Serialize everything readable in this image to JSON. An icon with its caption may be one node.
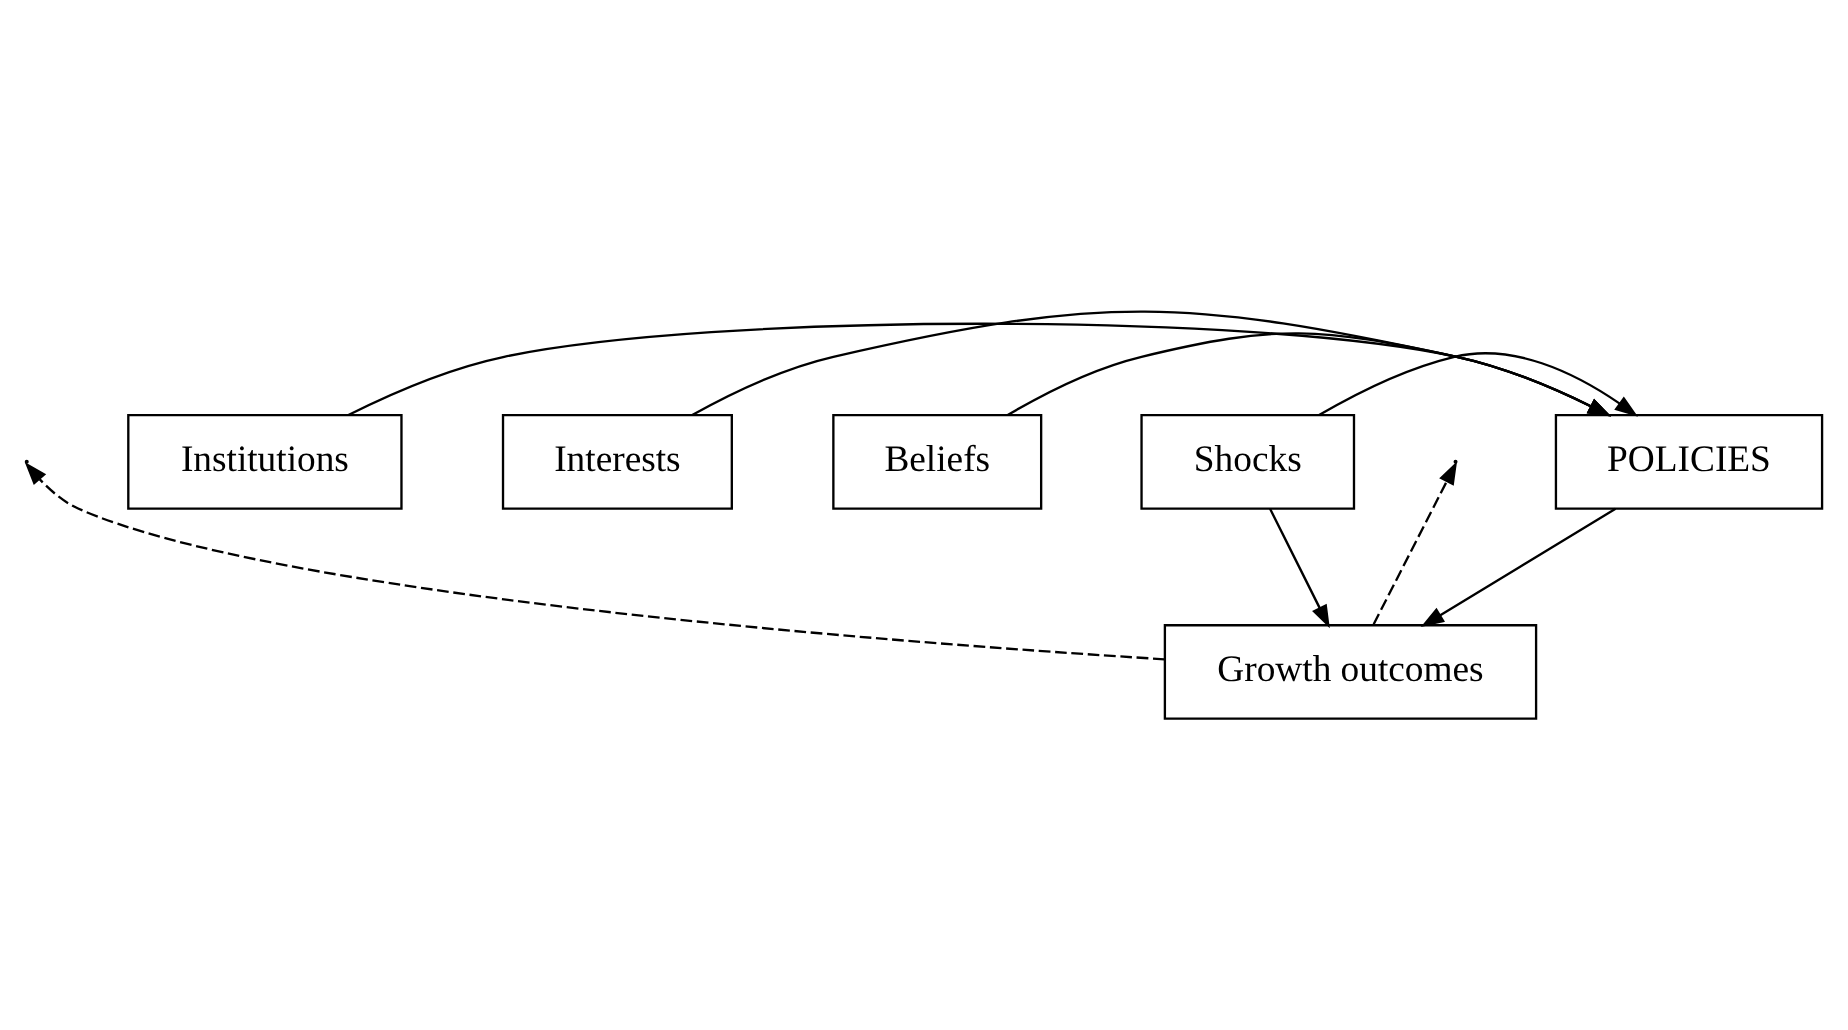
{
  "diagram": {
    "nodes": [
      {
        "text": [
          "Institutions"
        ]
      },
      {
        "text": [
          "Interests"
        ]
      },
      {
        "text": [
          "Beliefs"
        ]
      },
      {
        "text": [
          "POLICIES"
        ]
      },
      {
        "text": [
          "Shocks"
        ]
      },
      {
        "text": [
          "Growth outcomes"
        ]
      }
    ],
    "edges": [
      {
        "from": 0,
        "to": 3,
        "arrow": "to"
      },
      {
        "from": 1,
        "to": 3,
        "arrow": "to"
      },
      {
        "from": 2,
        "to": 3,
        "arrow": "to"
      },
      {
        "from": 4,
        "to": 3,
        "arrow": "to"
      },
      {
        "from": 3,
        "to": 5,
        "arrow": "to"
      },
      {
        "from": 4,
        "to": 5,
        "arrow": "to"
      },
      {
        "from": 5,
        "to": null,
        "arrow": "to",
        "style": "dashed"
      },
      {
        "from": 5,
        "to": null,
        "arrow": "to",
        "style": "dashed"
      }
    ]
  }
}
